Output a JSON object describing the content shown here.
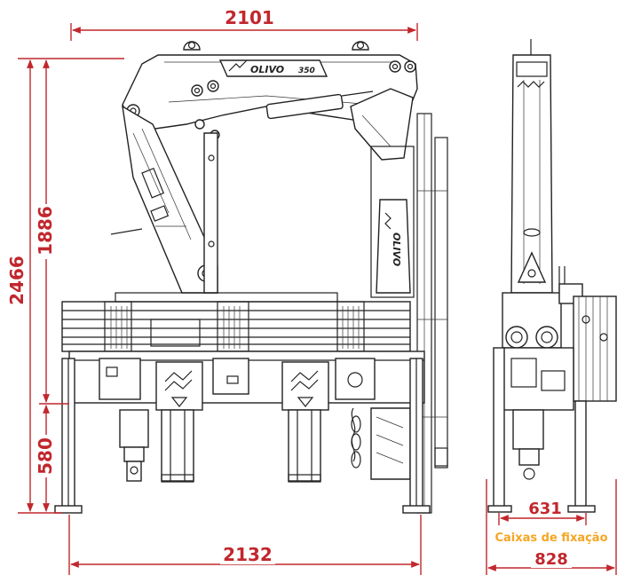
{
  "colors": {
    "dimension": "#c1272d",
    "note": "#f5a623",
    "line": "#222222"
  },
  "dimensions": {
    "top_width": "2101",
    "total_height": "2466",
    "upper_height": "1886",
    "lower_height": "580",
    "base_width": "2132",
    "side_inner_width": "631",
    "side_outer_width": "828"
  },
  "labels": {
    "fixing_boxes": "Caixas de fixação",
    "brand_boom": "OLIVO",
    "brand_boom_model": "350",
    "brand_vertical": "OLIVO"
  }
}
